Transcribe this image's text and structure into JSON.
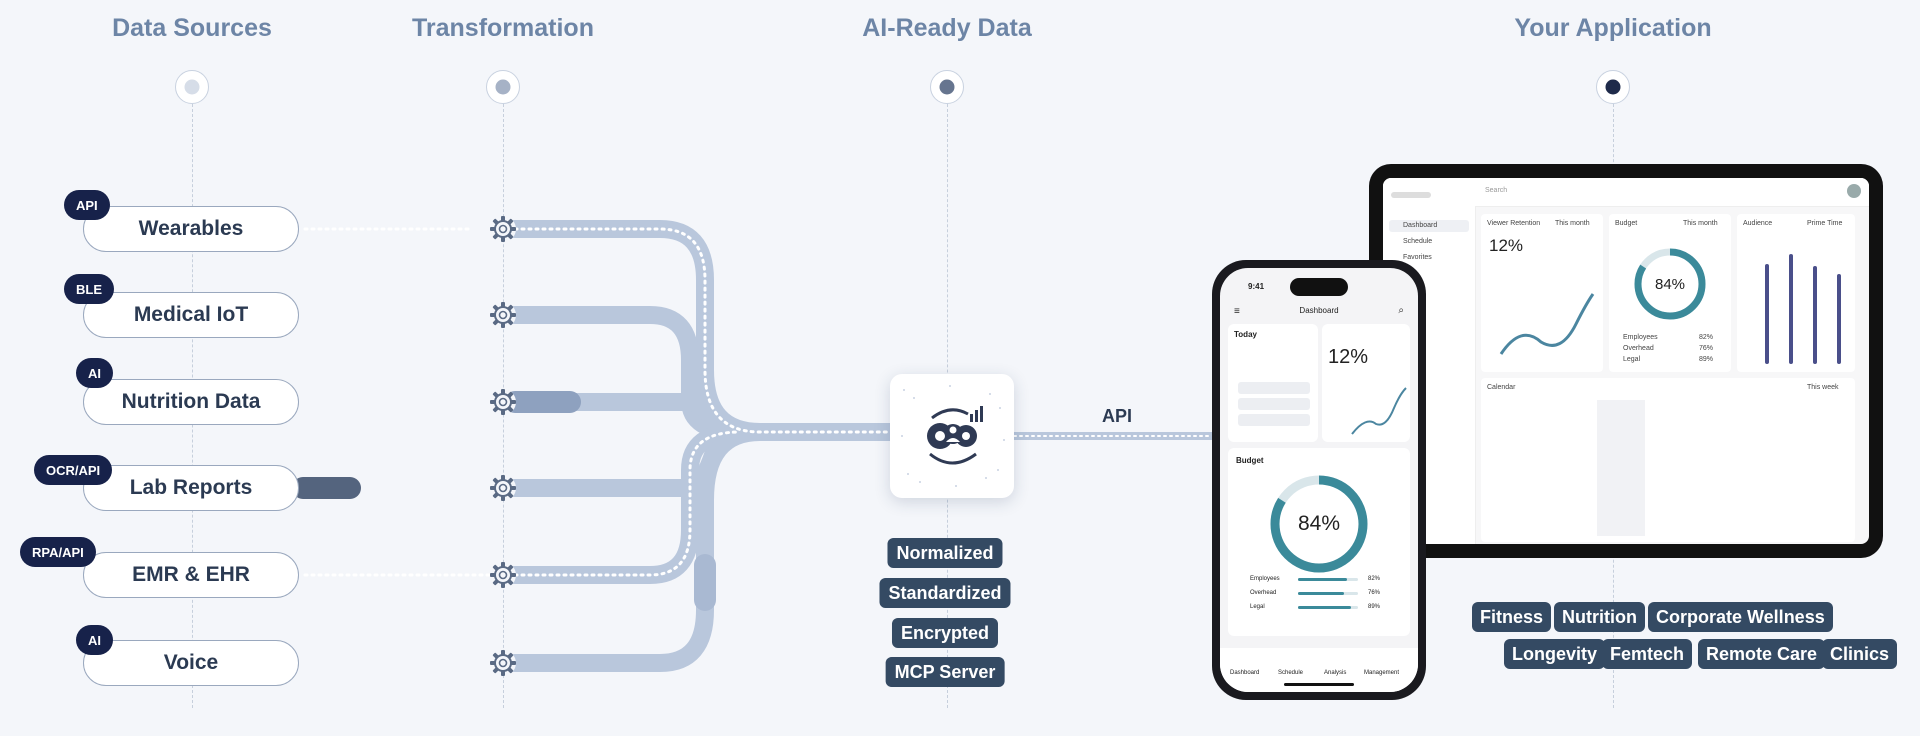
{
  "columns": {
    "sources": "Data Sources",
    "transformation": "Transformation",
    "ai_ready": "AI-Ready Data",
    "application": "Your Application"
  },
  "sources": [
    {
      "label": "Wearables",
      "tag": "API"
    },
    {
      "label": "Medical IoT",
      "tag": "BLE"
    },
    {
      "label": "Nutrition Data",
      "tag": "AI"
    },
    {
      "label": "Lab Reports",
      "tag": "OCR/API"
    },
    {
      "label": "EMR & EHR",
      "tag": "RPA/API"
    },
    {
      "label": "Voice",
      "tag": "AI"
    }
  ],
  "hub": {
    "icon": "gears-person-chart-icon"
  },
  "api_label": "API",
  "properties": [
    "Normalized",
    "Standardized",
    "Encrypted",
    "MCP Server"
  ],
  "use_cases": {
    "row1": [
      "Fitness",
      "Nutrition",
      "Corporate Wellness"
    ],
    "row2": [
      "Longevity",
      "Femtech",
      "Remote Care",
      "Clinics"
    ]
  },
  "tablet": {
    "search": "Search",
    "nav": [
      "Dashboard",
      "Schedule",
      "Favorites"
    ],
    "cards": {
      "retention": {
        "title": "Viewer Retention",
        "filter": "This month",
        "value": "12%"
      },
      "budget": {
        "title": "Budget",
        "filter": "This month",
        "value": "84%"
      },
      "audience": {
        "title": "Audience",
        "filter": "Prime Time"
      },
      "calendar": {
        "title": "Calendar",
        "filter": "This week"
      }
    },
    "legend": [
      {
        "label": "Employees",
        "value": "82%"
      },
      {
        "label": "Overhead",
        "value": "76%"
      },
      {
        "label": "Legal",
        "value": "89%"
      }
    ]
  },
  "phone": {
    "time": "9:41",
    "title": "Dashboard",
    "today": "Today",
    "retention_value": "12%",
    "budget_title": "Budget",
    "budget_value": "84%",
    "legend": [
      {
        "label": "Employees",
        "value": "82%",
        "fraction": 0.82
      },
      {
        "label": "Overhead",
        "value": "76%",
        "fraction": 0.76
      },
      {
        "label": "Legal",
        "value": "89%",
        "fraction": 0.89
      }
    ],
    "tabs": [
      "Dashboard",
      "Schedule",
      "Analysis",
      "Management"
    ]
  },
  "colors": {
    "title": "#6d85a6",
    "tag_bg": "#17224a",
    "chip_bg": "#344a63",
    "flow": "#b5c4dc",
    "accent": "#3b8a9a"
  }
}
